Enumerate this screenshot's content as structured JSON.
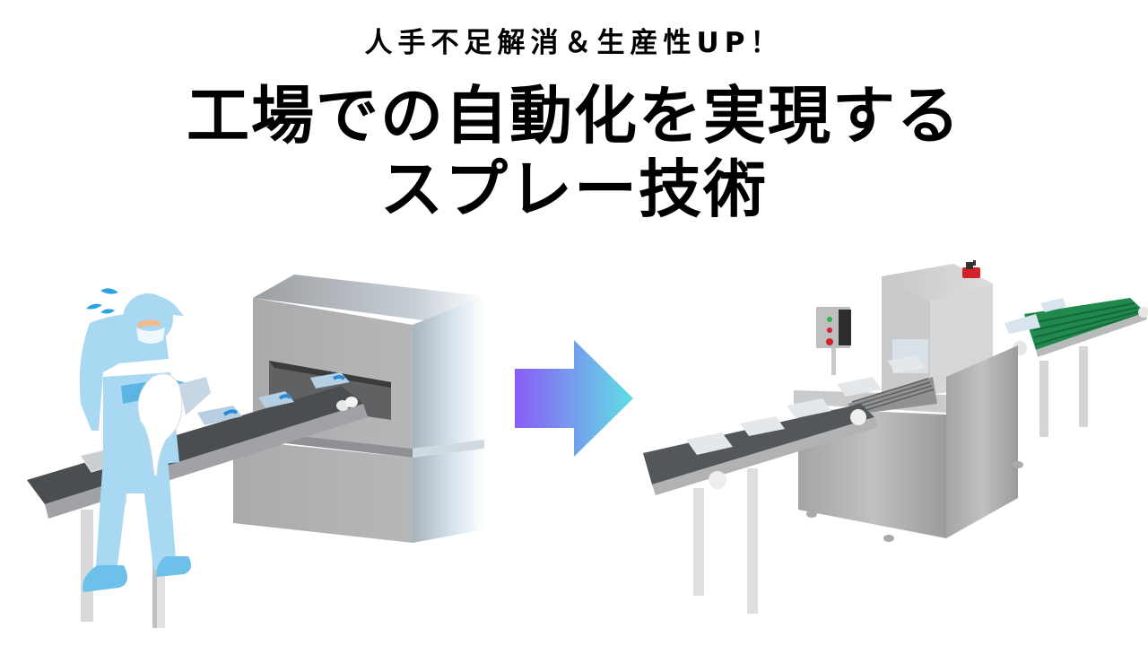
{
  "header": {
    "subtitle": "人手不足解消＆生産性UP！",
    "title_line1": "工場での自動化を実現する",
    "title_line2": "スプレー技術"
  },
  "illustrations": {
    "before": {
      "label": "manual-work-conveyor",
      "elements": [
        "worker-in-cleanroom-suit",
        "sweat-drops",
        "conveyor-belt",
        "packaged-pouches",
        "tunnel-machine"
      ]
    },
    "transition": {
      "icon": "arrow-right-icon",
      "gradient_start": "#8a5cf5",
      "gradient_end": "#5fe0e4"
    },
    "after": {
      "label": "automated-spray-machine-line",
      "elements": [
        "control-panel",
        "spray-tunnel-machine",
        "infeed-conveyor",
        "outfeed-green-conveyor",
        "emergency-switch"
      ]
    }
  },
  "colors": {
    "suit": "#a9d8f3",
    "glove": "#5ab4e4",
    "belt": "#4a4d50",
    "machine": "#b8b9bb",
    "green_belt": "#1f8a4c",
    "switch_red": "#d4222a"
  }
}
